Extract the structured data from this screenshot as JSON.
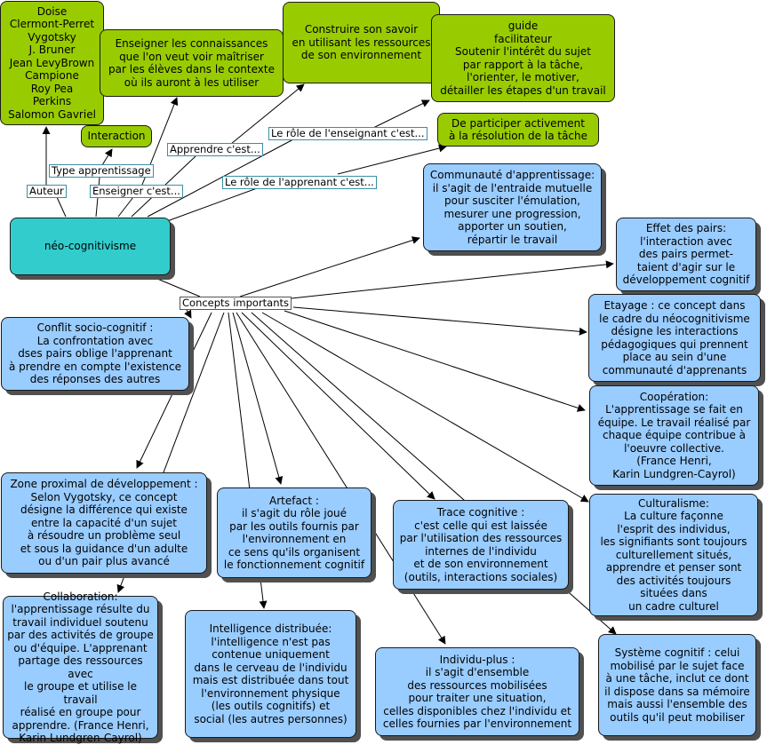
{
  "central": {
    "text": "néo-cognitivisme"
  },
  "links": {
    "author": "Auteur",
    "learning_type": "Type apprentissage",
    "teaching": "Enseigner c'est...",
    "learning": "Apprendre c'est...",
    "teacher_role": "Le rôle de l'enseignant c'est...",
    "learner_role": "Le rôle de l'apprenant c'est...",
    "concepts": "Concepts importants"
  },
  "green_nodes": {
    "authors": "Doise\nClermont-Perret\nVygotsky\nJ. Bruner\nJean LevyBrown\nCampione\nRoy Pea\nPerkins\nSalomon Gavriel",
    "interaction": "Interaction",
    "teach": "Enseigner les connaissances\nque l'on veut voir maîtriser\npar les élèves dans le contexte\noù ils auront à les utiliser",
    "build": "Construire son savoir\nen utilisant les ressources\nde son environnement",
    "guide": "guide\nfacilitateur\nSoutenir l'intérêt du sujet\npar rapport à la tâche,\nl'orienter, le motiver,\ndétailler les étapes d'un travail",
    "participate": "De participer activement\nà la résolution de la tâche"
  },
  "concept_nodes": {
    "community": "Communauté d'apprentissage:\nil s'agit de l'entraide mutuelle\npour susciter l'émulation,\nmesurer une progression,\napporter un soutien,\nrépartir le travail",
    "peers": "Effet des pairs:\nl'interaction avec\ndes pairs permet-\ntaient  d'agir sur le\ndéveloppement cognitif",
    "scaffolding": "Etayage : ce concept dans\nle cadre du néocognitivisme\ndésigne les interactions\npédagogiques qui prennent\nplace au sein d'une\ncommunauté d'apprenants",
    "cooperation": "Coopération:\nL'apprentissage se fait en\néquipe. Le travail réalisé par\nchaque équipe contribue à\nl'oeuvre collective.\n(France Henri,\nKarin Lundgren-Cayrol)",
    "culturalism": "Culturalisme:\nLa culture façonne\nl'esprit des individus,\nles signifiants sont toujours\nculturellement situés,\napprendre et penser sont\ndes activités toujours\nsituées dans\nun cadre culturel",
    "cognitive_system": "Système cognitif : celui\nmobilisé par le sujet face\nà une tâche, inclut ce dont\nil dispose dans sa mémoire\nmais aussi l'ensemble des\noutils qu'il peut mobiliser",
    "conflict": "Conflit socio-cognitif :\nLa confrontation avec\ndses pairs oblige l'apprenant\nà prendre en compte l'existence\ndes réponses des autres",
    "zpd": "Zone proximal de développement :\nSelon Vygotsky, ce concept\ndésigne la différence qui existe\nentre la capacité d'un sujet\nà résoudre un problème seul\net sous la guidance d'un adulte\nou d'un pair plus avancé",
    "artefact": "Artefact :\nil s'agit du rôle joué\npar les outils fournis par\nl'environnement en\nce sens qu'ils organisent\nle fonctionnement cognitif",
    "trace": "Trace cognitive :\nc'est celle qui est laissée\npar l'utilisation des ressources\ninternes de l'individu\net de son environnement\n(outils, interactions sociales)",
    "collaboration": "Collaboration:\nl'apprentissage résulte du\ntravail individuel soutenu\npar des activités de groupe\nou d'équipe. L'apprenant\npartage des ressources avec\nle groupe et utilise le travail\nréalisé en groupe pour\napprendre. (France Henri,\nKarin Lundgren-Cayrol)",
    "distributed": "Intelligence distribuée:\nl'intelligence n'est pas\ncontenue uniquement\ndans le cerveau de l'individu\nmais est distribuée dans tout\nl'environnement physique\n(les outils cognitifs) et\nsocial (les autres personnes)",
    "individu_plus": "Individu-plus  :\nil s'agit d'ensemble\ndes ressources mobilisées\npour traiter une situation,\ncelles disponibles chez l'individu et\ncelles fournies par l'environnement"
  },
  "colors": {
    "green": "#99cc00",
    "blue": "#99ccff",
    "teal": "#33cccc",
    "shadow": "#505050"
  }
}
